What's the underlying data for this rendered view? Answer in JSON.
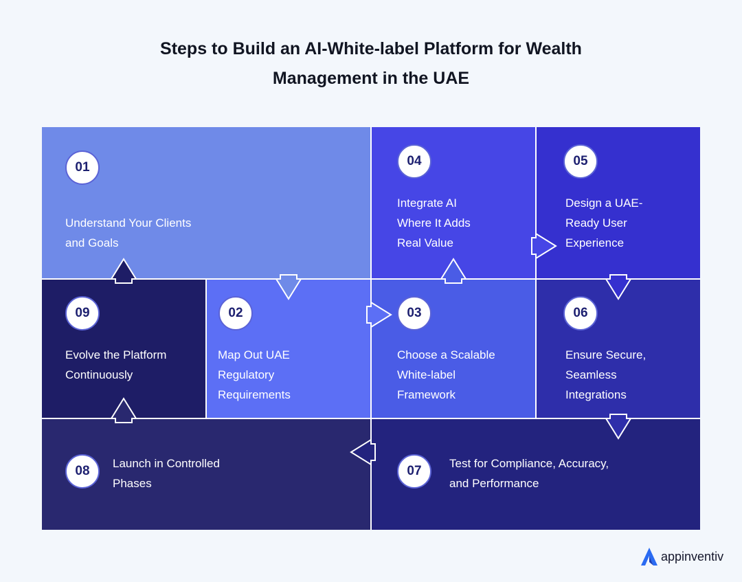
{
  "title": {
    "line1": "Steps to Build an AI-White-label Platform for Wealth",
    "line2": "Management in the UAE"
  },
  "steps": [
    {
      "number": "01",
      "text": "Understand Your Clients\nand Goals"
    },
    {
      "number": "02",
      "text": "Map Out UAE\nRegulatory\nRequirements"
    },
    {
      "number": "03",
      "text": "Choose a Scalable\nWhite-label\nFramework"
    },
    {
      "number": "04",
      "text": "Integrate AI\nWhere It Adds\nReal Value"
    },
    {
      "number": "05",
      "text": "Design a UAE-\nReady User\nExperience"
    },
    {
      "number": "06",
      "text": "Ensure Secure,\nSeamless\nIntegrations"
    },
    {
      "number": "07",
      "text": "Test for Compliance, Accuracy,\nand Performance"
    },
    {
      "number": "08",
      "text": "Launch in Controlled\nPhases"
    },
    {
      "number": "09",
      "text": "Evolve the Platform\nContinuously"
    }
  ],
  "colors": {
    "step01": "#6f8ae8",
    "step02": "#5c6ff5",
    "step03": "#4a5ce6",
    "step04": "#4646e6",
    "step05": "#3530cf",
    "step06": "#2e2eaa",
    "step07": "#23237e",
    "step08": "#29286f",
    "step09": "#1e1d66"
  },
  "logo": {
    "text": "appinventiv",
    "icon": "appinventiv-logo-icon"
  }
}
